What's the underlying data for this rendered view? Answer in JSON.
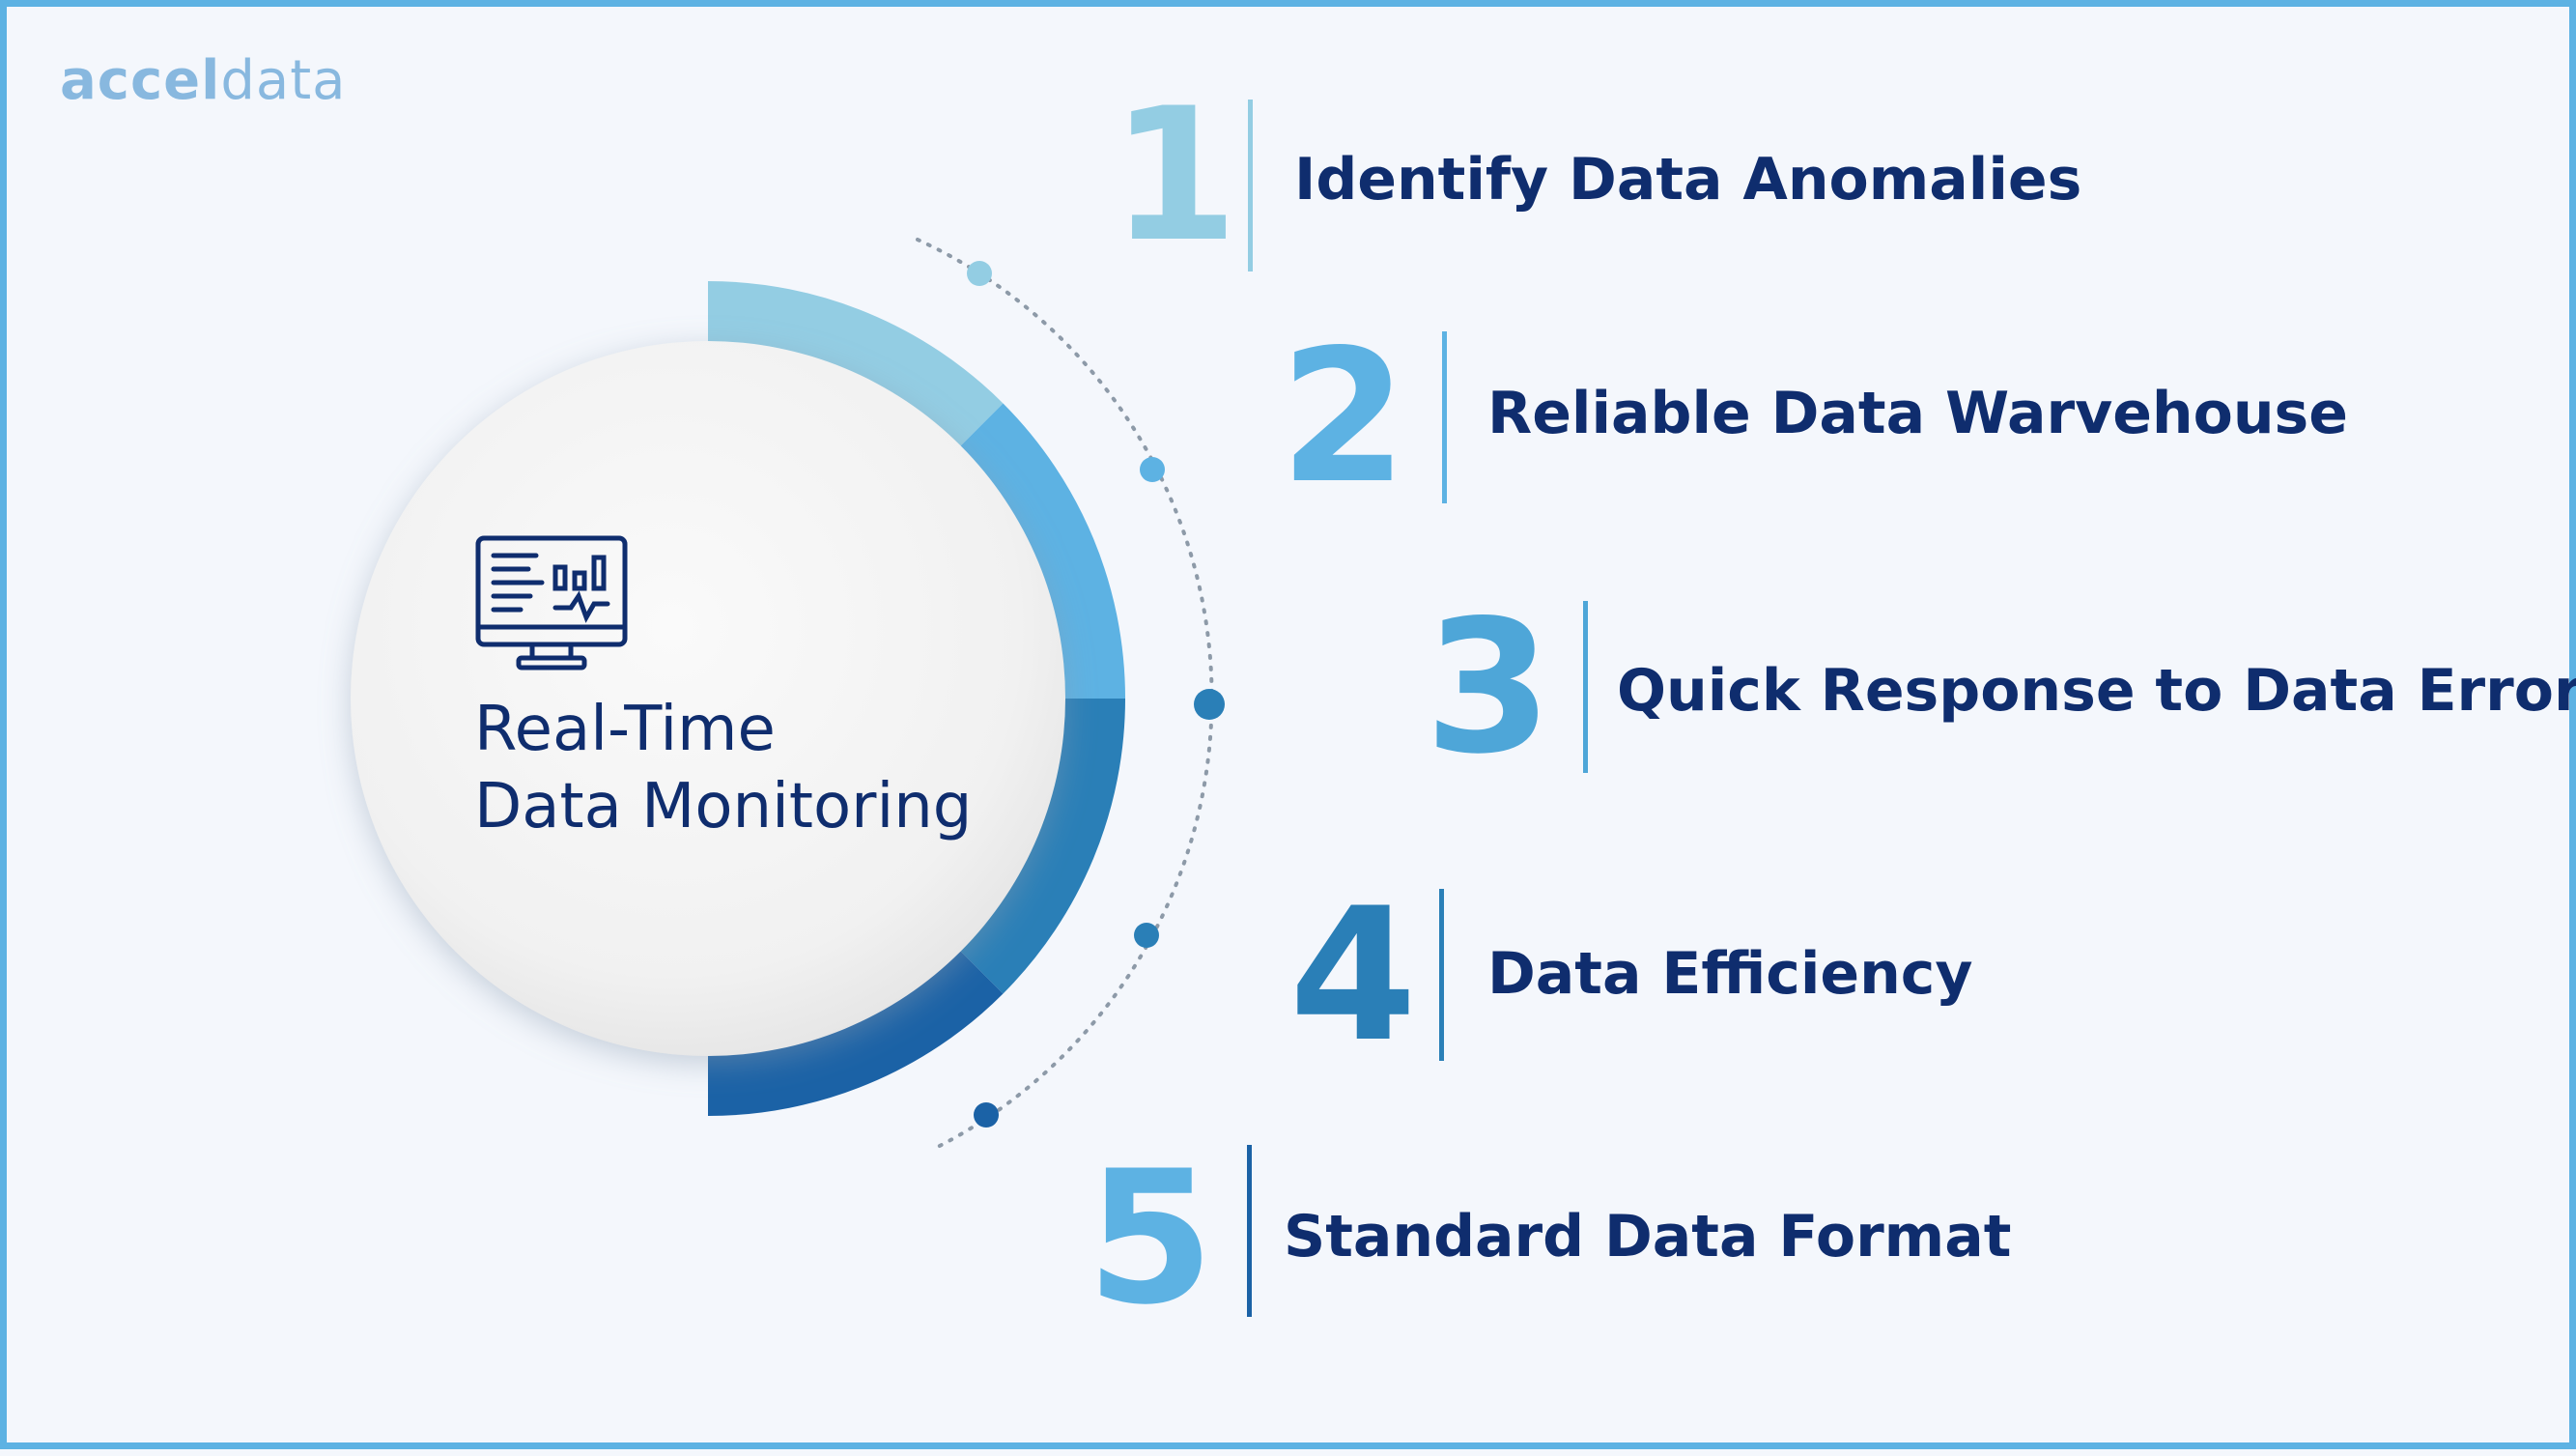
{
  "brand": {
    "logo_part1": "accel",
    "logo_part2": "data"
  },
  "center": {
    "icon": "monitor-dashboard-icon",
    "title_line1": "Real-Time",
    "title_line2": "Data Monitoring"
  },
  "steps": [
    {
      "number": "1",
      "label": "Identify Data Anomalies",
      "color": "#93cde3"
    },
    {
      "number": "2",
      "label": "Reliable Data Warvehouse",
      "color": "#5db2e3"
    },
    {
      "number": "3",
      "label": "Quick Response to Data Errors",
      "color": "#4ea6d8"
    },
    {
      "number": "4",
      "label": "Data Efficiency",
      "color": "#2a7fb7"
    },
    {
      "number": "5",
      "label": "Standard Data Format",
      "color": "#5db2e3"
    }
  ],
  "colors": {
    "background": "#f4f7fc",
    "border": "#5db2e3",
    "text": "#0f2d6e",
    "arc_segments": [
      "#93cde3",
      "#5db2e3",
      "#2a7fb7",
      "#1b62a6"
    ]
  }
}
